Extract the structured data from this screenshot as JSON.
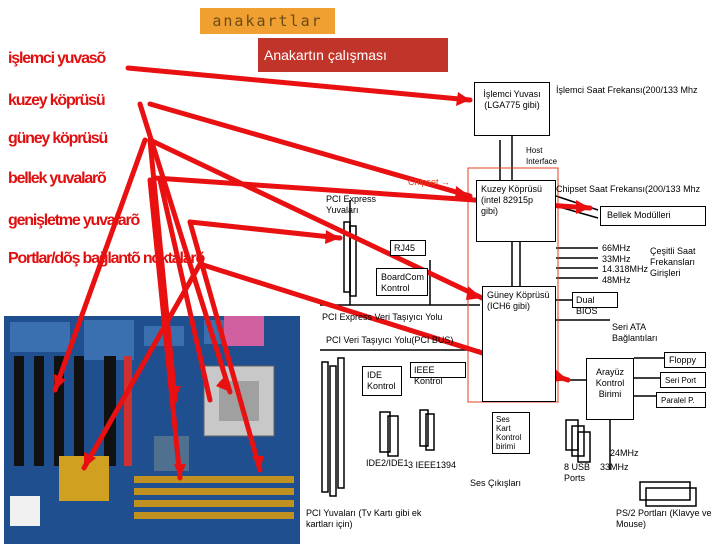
{
  "header": {
    "title": "anakartlar"
  },
  "section": {
    "title": "Anakartın çalışması"
  },
  "labels": {
    "islemci": "işlemci yuvasõ",
    "kuzey": "kuzey köprüsü",
    "guney": "güney köprüsü",
    "bellek": "bellek yuvalarõ",
    "genisleme": "genişletme yuvalarõ",
    "portlar": "Portlar/dõş bağlantõ noktalarõ"
  },
  "diagram": {
    "cpu": "İşlemci Yuvası (LGA775 gibi)",
    "cpu_freq": "İşlemci Saat Frekansı(200/133 Mhz",
    "host_interface": "Host Interface",
    "chipset": "Chipset →",
    "north": "Kuzey Köprüsü (intel 82915p gibi)",
    "chipset_freq": "Chipset Saat Frekansı(200/133 Mhz",
    "memory": "Bellek Modülleri",
    "pci_express": "PCI Express Yuvaları",
    "rj45": "RJ45",
    "broadcom": "BoardCom Kontrol",
    "clocks": [
      "66MHz",
      "33MHz",
      "14.318MHz",
      "48MHz"
    ],
    "clock_inputs": "Çeşitli Saat Frekansları Girişleri",
    "dual_bios": "Dual BIOS",
    "pcie_bus": "PCI Express Veri Taşıyıcı Yolu",
    "south": "Güney Köprüsü (ICH6 gibi)",
    "sata": "Seri ATA Bağlantıları",
    "pci_bus": "PCI Veri Taşıyıcı Yolu(PCI BUS)",
    "ide": "IDE Kontrol",
    "ieee": "IEEE Kontrol",
    "io": "Arayüz Kontrol Birimi",
    "floppy": "Floppy",
    "serial": "Seri Port",
    "parallel": "Paralel P.",
    "ide_ports": "IDE2/IDE1",
    "ieee_ports": "3 IEEE1394",
    "sound": "Ses Kart Kontrol birimi",
    "usb": "8 USB Ports",
    "mhz24": "24MHz",
    "mhz33": "33MHz",
    "sound_out": "Ses Çıkışları",
    "pci_slots": "PCI Yuvaları (Tv Kartı gibi ek kartları için)",
    "ps2": "PS/2 Portları (Klavye ve Mouse)"
  },
  "colors": {
    "arrow": "#e81010",
    "header_bg": "#f0a030",
    "section_bg": "#c0342a"
  }
}
